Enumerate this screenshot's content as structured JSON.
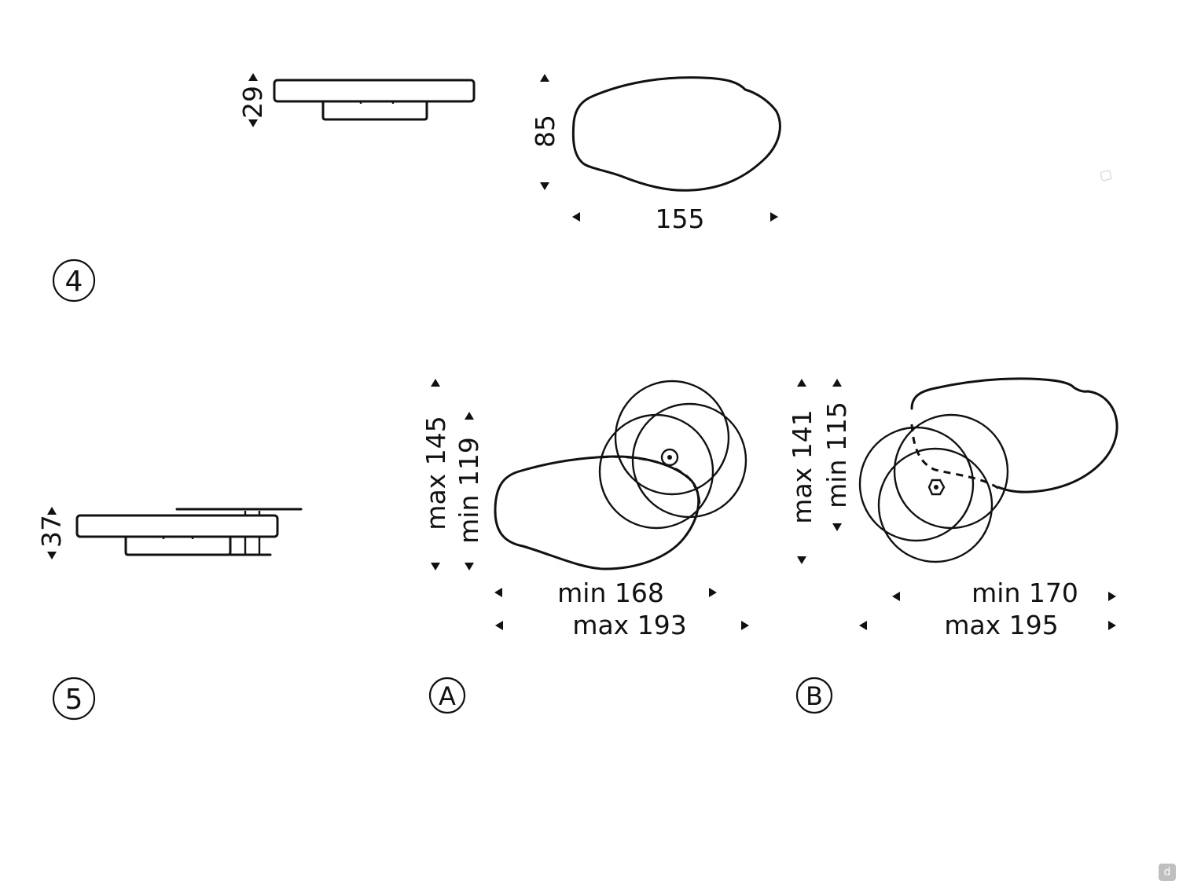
{
  "items": [
    {
      "marker": "4",
      "side_height": "29",
      "top_depth": "85",
      "top_width": "155"
    },
    {
      "marker": "5",
      "side_height": "37"
    }
  ],
  "configurations": [
    {
      "marker": "A",
      "height_max": "max 145",
      "height_min": "min 119",
      "width_min": "min 168",
      "width_max": "max 193"
    },
    {
      "marker": "B",
      "height_max": "max 141",
      "height_min": "min 115",
      "width_min": "min 170",
      "width_max": "max 195"
    }
  ],
  "badge": "d",
  "icons": [
    "arrow-up-icon",
    "arrow-down-icon",
    "arrow-left-icon",
    "arrow-right-icon",
    "pivot-icon"
  ]
}
